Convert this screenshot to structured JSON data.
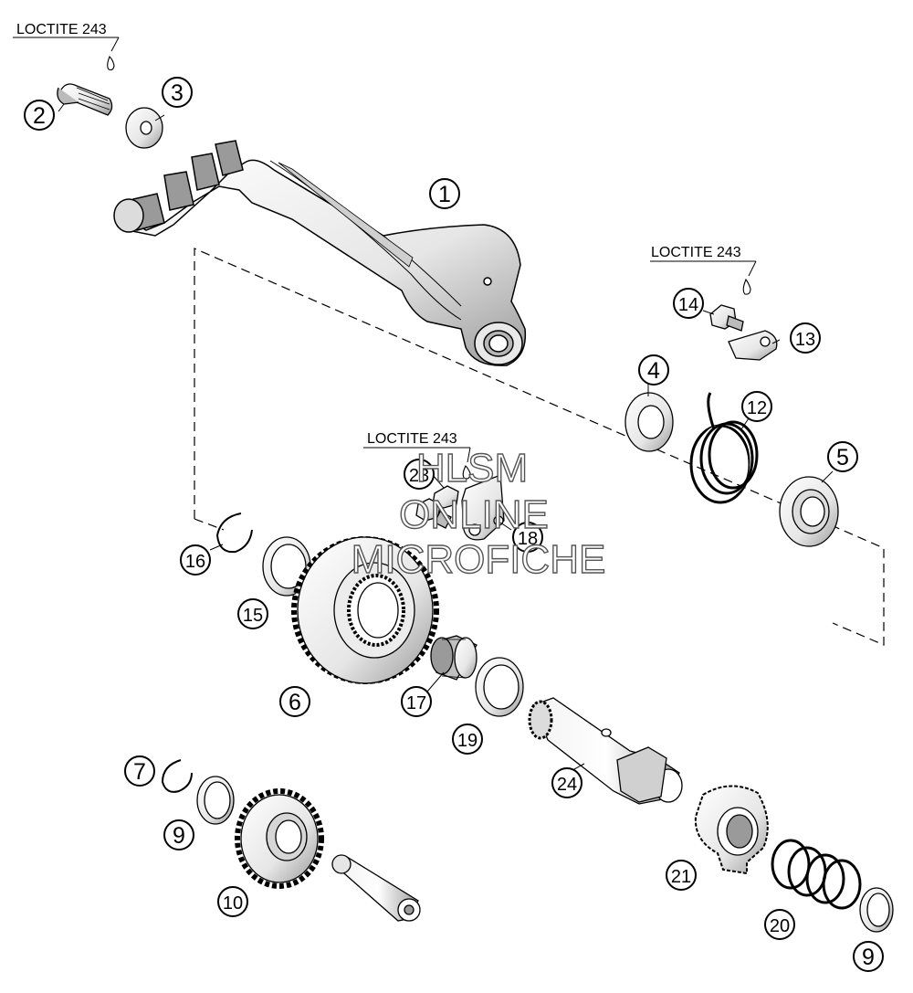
{
  "notes": {
    "loctite_a": "LOCTITE 243",
    "loctite_b": "LOCTITE 243",
    "loctite_c": "LOCTITE 243"
  },
  "watermark": {
    "line1": "HLSM",
    "line2": "ONLINE",
    "line3": "MICROFICHE"
  },
  "callouts": [
    "1",
    "2",
    "3",
    "4",
    "5",
    "6",
    "7",
    "9",
    "9",
    "10",
    "12",
    "13",
    "14",
    "15",
    "16",
    "17",
    "18",
    "19",
    "20",
    "21",
    "23",
    "24"
  ],
  "colors": {
    "line": "#000000",
    "part_fill": "#ffffff",
    "shade": "#d9d9d9",
    "dark": "#8a8a8a"
  }
}
